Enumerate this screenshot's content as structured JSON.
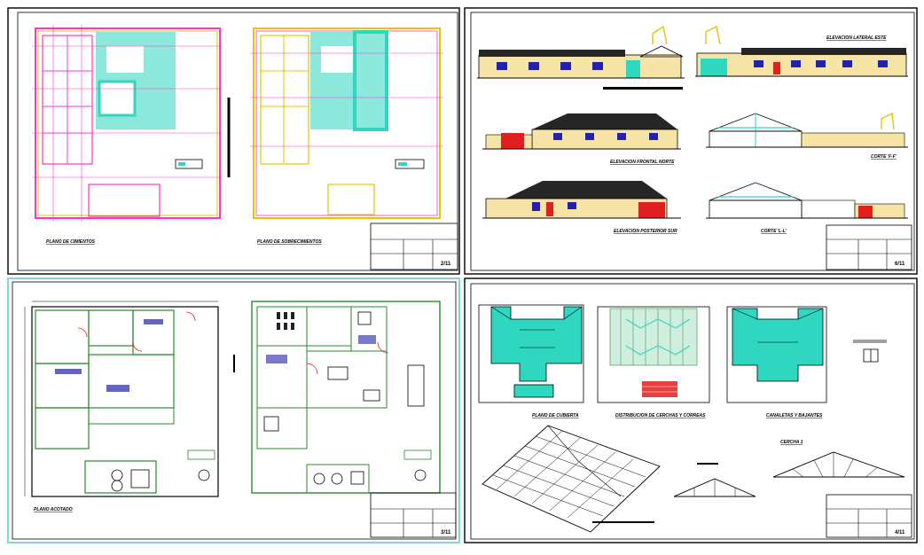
{
  "colors": {
    "background": "#ffffff",
    "frame": "#000000",
    "selection_frame": "#7fd6e0",
    "wall_cyan": "#2fd6c0",
    "wall_pink": "#ff33cc",
    "wall_yellow": "#e8c400",
    "facade_cream": "#f5e4a6",
    "roof_dark": "#262626",
    "window_blue": "#2222aa",
    "door_red": "#e02020"
  },
  "sheets": [
    {
      "sheet_number": "2/11",
      "labels": [
        "PLANO DE CIMIENTOS",
        "PLANO DE SOBRECIMIENTOS"
      ]
    },
    {
      "sheet_number": "6/11",
      "labels": [
        "ELEVACION LATERAL ESTE",
        "ELEVACION FRONTAL NORTE",
        "CORTE 'F-F'",
        "ELEVACION POSTERIOR SUR",
        "CORTE 'L-L'"
      ]
    },
    {
      "sheet_number": "3/11",
      "labels": [
        "PLANO ACOTADO"
      ]
    },
    {
      "sheet_number": "4/11",
      "labels": [
        "PLANO DE CUBIERTA",
        "DISTRIBUCION DE CERCHAS Y CORREAS",
        "CANALETAS Y BAJANTES",
        "CERCHA 1"
      ]
    }
  ]
}
